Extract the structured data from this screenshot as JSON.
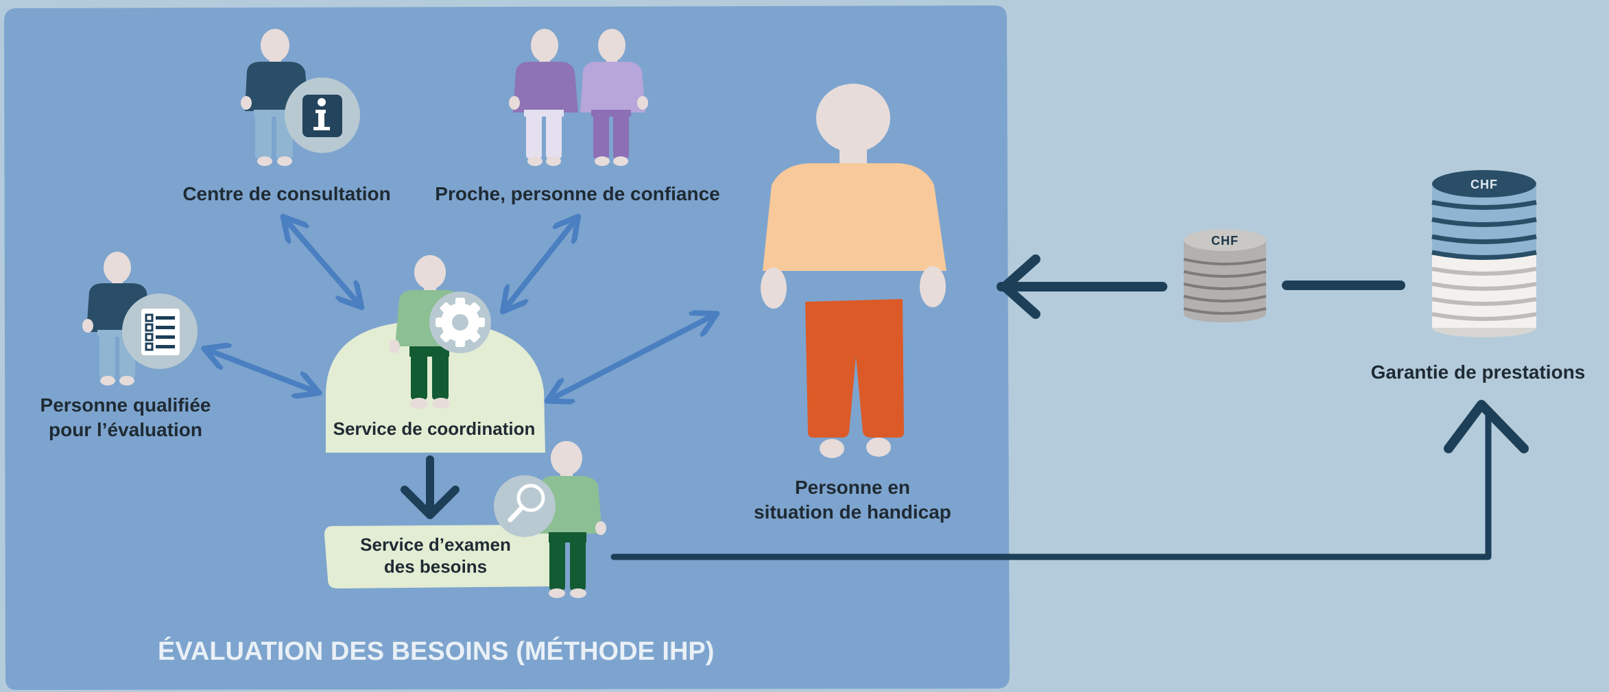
{
  "colors": {
    "background": "#b3cbdb",
    "panel": "#7da4ce",
    "arrow_light": "#4a7fc1",
    "arrow_dark": "#1d3f58",
    "dome": "#e3edd4",
    "skin": "#e7dcda"
  },
  "panel": {
    "title": "ÉVALUATION DES BESOINS (MÉTHODE IHP)"
  },
  "nodes": {
    "consultation": {
      "label": "Centre de consultation",
      "icon": "info-icon"
    },
    "proche": {
      "label": "Proche, personne de confiance"
    },
    "qualifiee": {
      "label_line1": "Personne qualifiée",
      "label_line2": "pour l’évaluation",
      "icon": "checklist-icon"
    },
    "coordination": {
      "label": "Service de coordination",
      "icon": "gear-icon"
    },
    "examen": {
      "label_line1": "Service d’examen",
      "label_line2": "des besoins",
      "icon": "magnifier-icon"
    },
    "personne": {
      "label_line1": "Personne en",
      "label_line2": "situation de handicap"
    },
    "garantie": {
      "label": "Garantie de prestations"
    }
  },
  "coins": {
    "small_stack_text": "CHF",
    "large_stack_text": "CHF"
  }
}
